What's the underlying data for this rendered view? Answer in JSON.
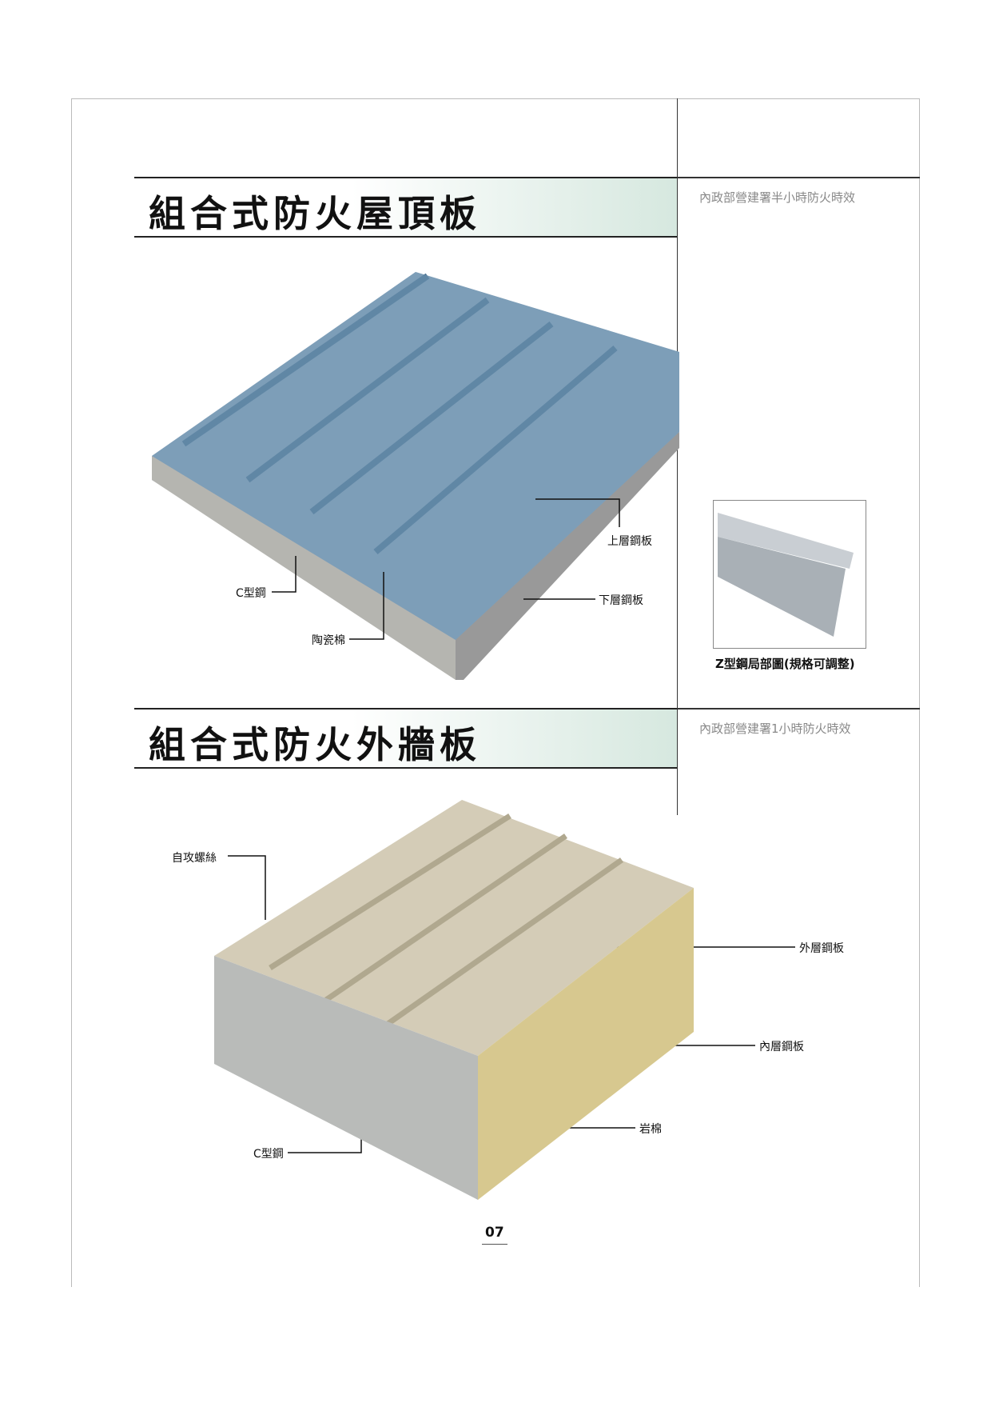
{
  "section1": {
    "title": "組合式防火屋頂板",
    "certification": "內政部營建署半小時防火時效",
    "labels": {
      "upper_steel": "上層鋼板",
      "lower_steel": "下層鋼板",
      "c_steel": "C型鋼",
      "ceramic_wool": "陶瓷棉"
    },
    "z_caption": "Z型鋼局部圖(規格可調整)"
  },
  "section2": {
    "title": "組合式防火外牆板",
    "certification": "內政部營建署1小時防火時效",
    "labels": {
      "screw": "自攻螺絲",
      "outer_steel": "外層鋼板",
      "inner_steel": "內層鋼板",
      "rock_wool": "岩棉",
      "c_steel": "C型鋼"
    }
  },
  "page_number": "07",
  "colors": {
    "roof_panel": "#6f95b3",
    "wall_panel": "#cfc8b4",
    "band": "#d6e8df"
  }
}
